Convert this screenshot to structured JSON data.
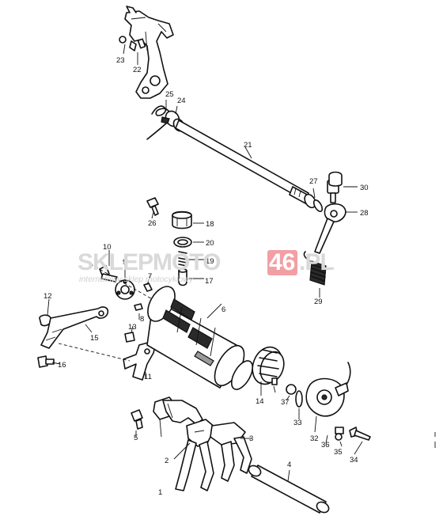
{
  "watermark": {
    "part1": "SKLEPMOTO",
    "part2": "46",
    "part3": ".PL",
    "tagline": "internetowy sklep motocyklowy",
    "brand_color": "#e8505a"
  },
  "callouts": [
    "1",
    "2",
    "3",
    "4",
    "5",
    "6",
    "7",
    "8",
    "9",
    "10",
    "11",
    "12",
    "13",
    "14",
    "15",
    "16",
    "17",
    "18",
    "19",
    "20",
    "21",
    "22",
    "23",
    "24",
    "25",
    "26",
    "27",
    "28",
    "29",
    "30",
    "32",
    "33",
    "34",
    "35",
    "36",
    "37"
  ]
}
